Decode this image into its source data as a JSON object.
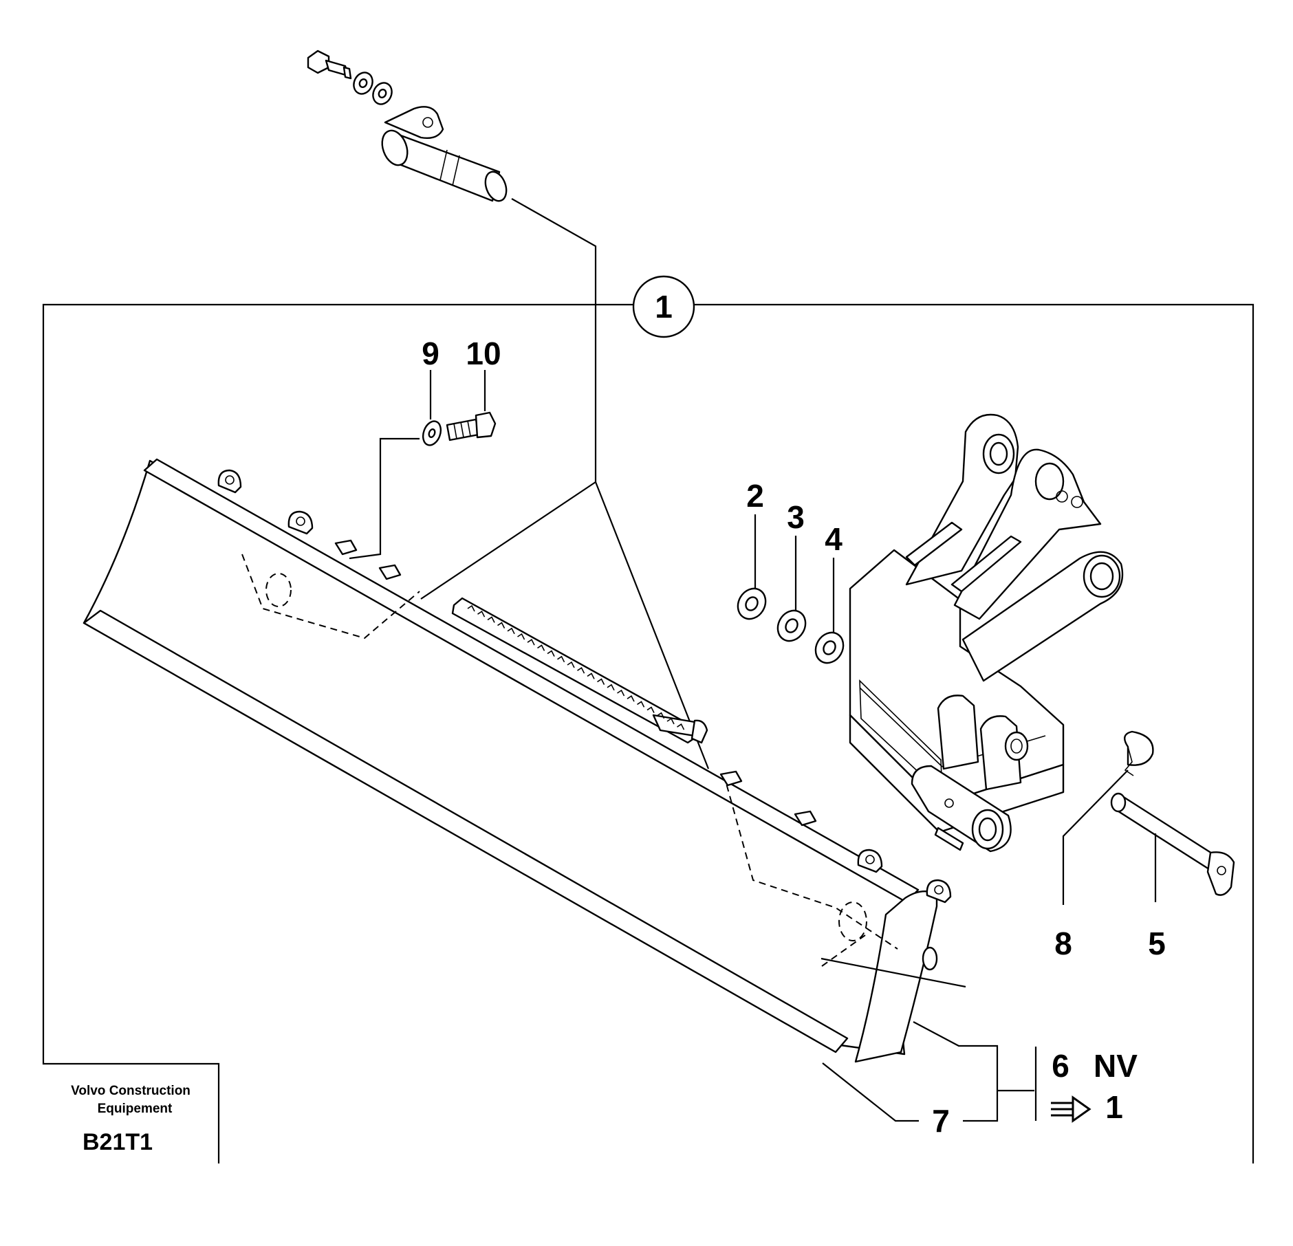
{
  "callouts": {
    "c1": "1",
    "c2": "2",
    "c3": "3",
    "c4": "4",
    "c5": "5",
    "c6": "6",
    "c7": "7",
    "c8": "8",
    "c9": "9",
    "c10": "10"
  },
  "note": {
    "variant": "NV",
    "ref_number": "1"
  },
  "footer": {
    "company_line1": "Volvo Construction",
    "company_line2": "Equipement",
    "drawing_code": "B21T1"
  }
}
